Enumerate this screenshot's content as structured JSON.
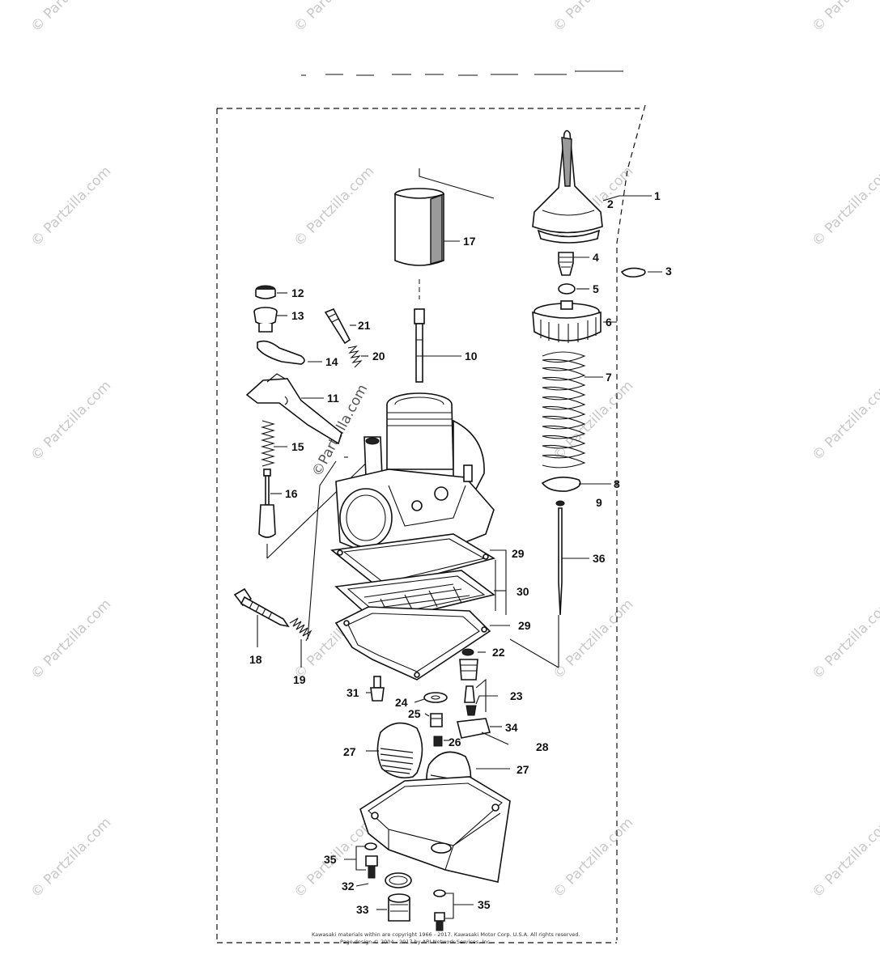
{
  "watermark": {
    "text": "© Partzilla.com",
    "center_text": "©Partzilla.com"
  },
  "copyright": {
    "line1": "Kawasaki materials within are copyright 1966 - 2017. Kawasaki Motor Corp. U.S.A. All rights reserved.",
    "line2": "Page design © 2004 - 2017 by ARI Network Services, Inc."
  },
  "callouts": [
    "1",
    "2",
    "3",
    "4",
    "5",
    "6",
    "7",
    "8",
    "9",
    "36",
    "17",
    "10",
    "12",
    "13",
    "21",
    "20",
    "14",
    "11",
    "15",
    "16",
    "18",
    "19",
    "29",
    "30",
    "29",
    "22",
    "23",
    "31",
    "24",
    "25",
    "34",
    "26",
    "28",
    "27",
    "27",
    "35",
    "32",
    "33",
    "35"
  ]
}
